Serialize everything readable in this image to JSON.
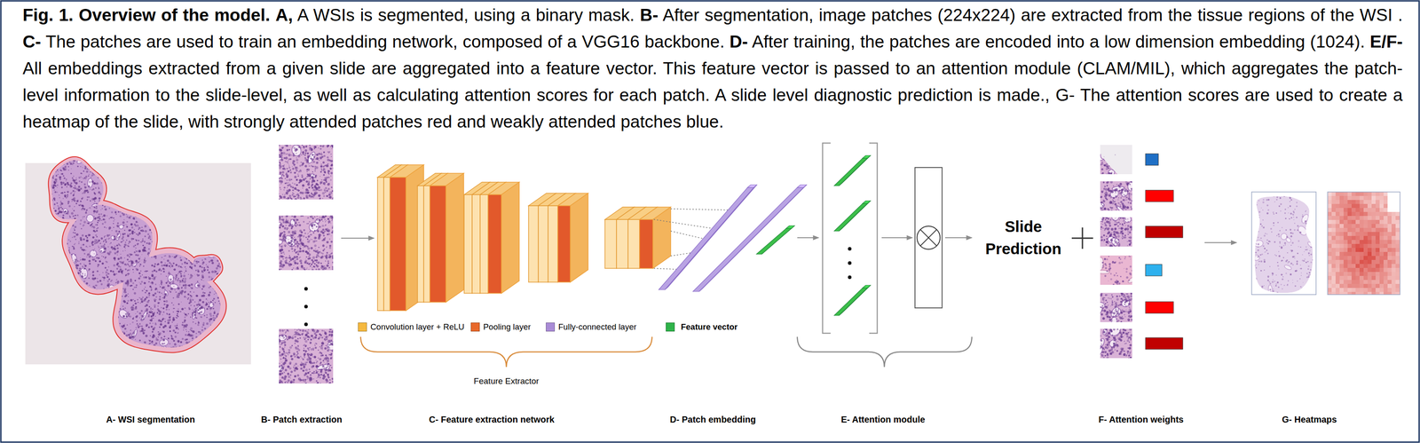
{
  "diagram": {
    "caption": "Fig. 1. Overview of the model. A, A WSIs is segmented, using a binary mask. B- After segmentation, image patches (224x224) are extracted from the tissue regions of the WSI . C- The patches are used to train an embedding network, composed of a VGG16 backbone. D- After training, the patches are encoded into a low dimension embedding (1024). E/F- All embeddings extracted from a given slide are aggregated into a feature vector. This feature vector is passed to an attention module (CLAM/MIL), which aggregates the patch-level information to the slide-level, as well as calculating attention scores for each patch. A slide level diagnostic prediction is made., G- The attention scores are used to create a heatmap of the slide, with strongly attended patches red and weakly attended patches blue.",
    "labels": [
      "Slide Prediction",
      "Feature Extractor",
      "A- WSI segmentation",
      "B- Patch extraction",
      "C- Feature extraction network",
      "D- Patch embedding",
      "E- Attention module",
      "F- Attention weights",
      "G- Heatmaps"
    ],
    "legend": [
      {
        "text": "Convolution layer + ReLU",
        "color": "#f5b93f"
      },
      {
        "text": "Pooling layer",
        "color": "#e8682a"
      },
      {
        "text": "Fully-connected layer",
        "color": "#a98bd6"
      },
      {
        "text": "Feature vector",
        "color": "#2fb34a"
      }
    ]
  }
}
